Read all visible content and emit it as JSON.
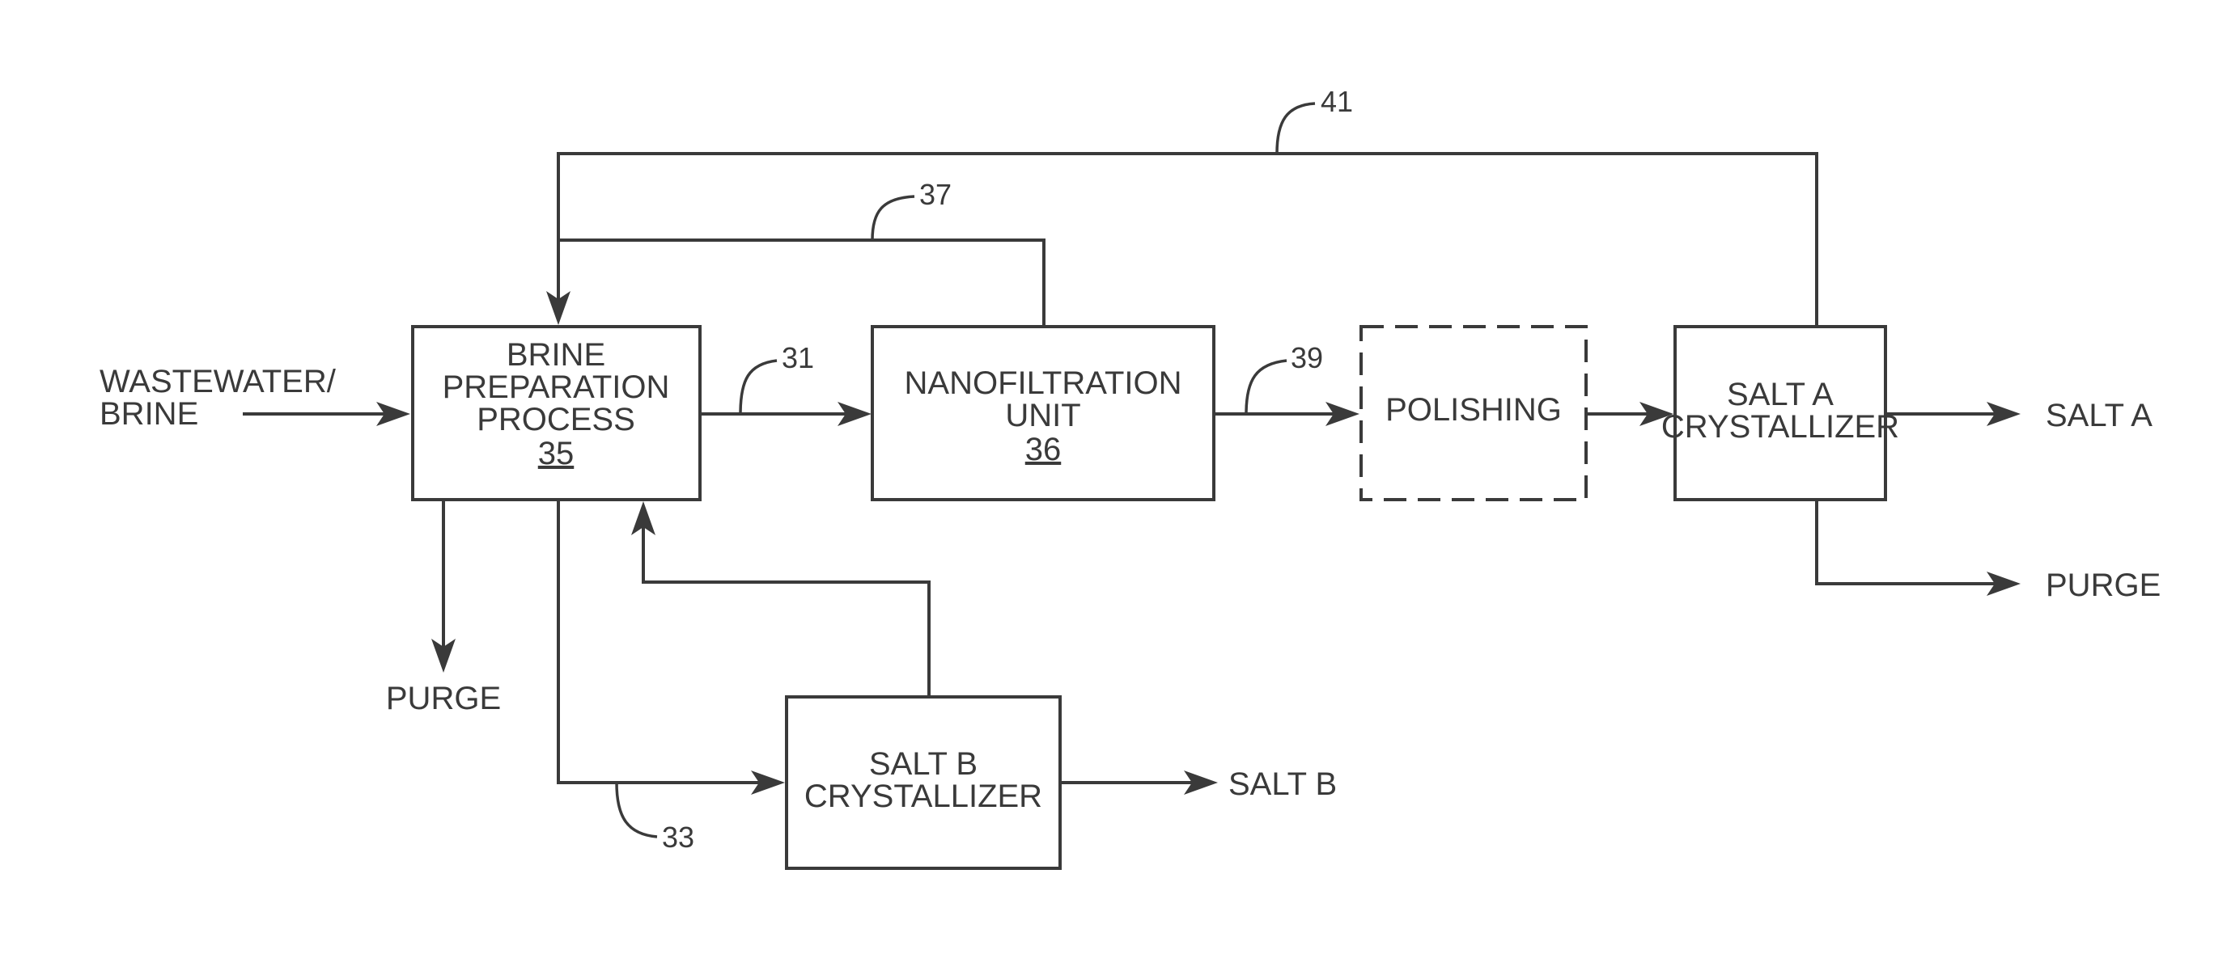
{
  "labels": {
    "input_line1": "WASTEWATER/",
    "input_line2": "BRINE",
    "purge_left": "PURGE",
    "purge_right": "PURGE",
    "salt_a_output": "SALT A",
    "salt_b_output": "SALT B"
  },
  "boxes": {
    "brine_prep": {
      "line1": "BRINE",
      "line2": "PREPARATION",
      "line3": "PROCESS",
      "ref": "35"
    },
    "nanofiltration": {
      "line1": "NANOFILTRATION",
      "line2": "UNIT",
      "ref": "36"
    },
    "polishing": {
      "line1": "POLISHING"
    },
    "salt_a": {
      "line1": "SALT A",
      "line2": "CRYSTALLIZER"
    },
    "salt_b": {
      "line1": "SALT B",
      "line2": "CRYSTALLIZER"
    }
  },
  "refs": {
    "r31": "31",
    "r33": "33",
    "r37": "37",
    "r39": "39",
    "r41": "41"
  }
}
